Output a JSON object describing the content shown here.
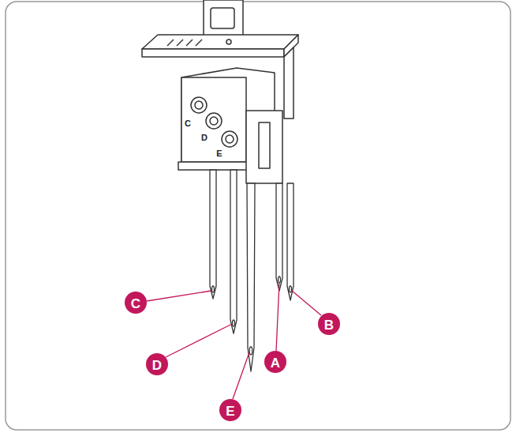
{
  "diagram": {
    "labels": [
      "C",
      "D",
      "E",
      "C",
      "B",
      "D",
      "A",
      "E"
    ]
  }
}
